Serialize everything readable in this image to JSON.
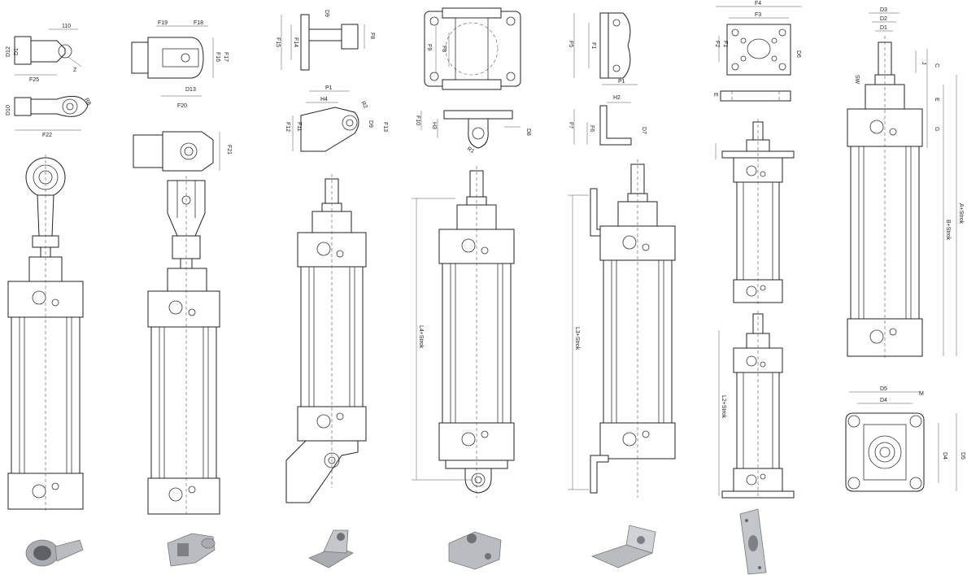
{
  "labels": {
    "c1": {
      "l110": "110",
      "d1": "D1",
      "d12": "D12",
      "z": "Z",
      "f25": "F25",
      "d10": "D10",
      "r8": "R8",
      "f22": "F22"
    },
    "c2": {
      "f19": "F19",
      "f18": "F18",
      "f17": "F17",
      "f16": "F16",
      "d13": "D13",
      "f20": "F20",
      "f21": "F21"
    },
    "c3": {
      "d9": "D9",
      "f15": "F15",
      "f14": "F14",
      "f8": "F8",
      "p1": "P1",
      "h4": "H4",
      "r2": "R2",
      "d9b": "D9",
      "f12": "F12",
      "f11": "F11",
      "f13": "F13"
    },
    "c4": {
      "f9": "F9",
      "f8": "F8",
      "f10": "F10",
      "h3": "H3",
      "d8": "D8",
      "r1": "R1",
      "l4": "L4+Strok"
    },
    "c5": {
      "f5": "F5",
      "f1": "F1",
      "p1": "P1",
      "h2": "H2",
      "f7": "F7",
      "f6": "F6",
      "d7": "D7",
      "l3": "L3+Strok"
    },
    "c6": {
      "f4": "F4",
      "f3": "F3",
      "f1": "F1",
      "f2": "F2",
      "d6": "D6",
      "e": "E",
      "l2": "L2+Strok"
    },
    "c7": {
      "d3": "D3",
      "d2": "D2",
      "d1": "D1",
      "j": "J",
      "c": "C",
      "sw": "SW",
      "e": "E",
      "g": "G",
      "a": "A+Strok",
      "b": "B+Strok",
      "d5": "D5",
      "d4": "D4",
      "m": "M",
      "d4b": "D4",
      "d5b": "D5"
    }
  },
  "colors": {
    "line": "#333333",
    "metal": "#b9bcc0",
    "metal_dark": "#8a8d92",
    "background": "#ffffff"
  },
  "icons": [
    "rod-eye-photo",
    "clevis-photo",
    "pivot-bracket-photo",
    "swivel-mount-photo",
    "foot-bracket-photo",
    "flange-plate-photo"
  ]
}
